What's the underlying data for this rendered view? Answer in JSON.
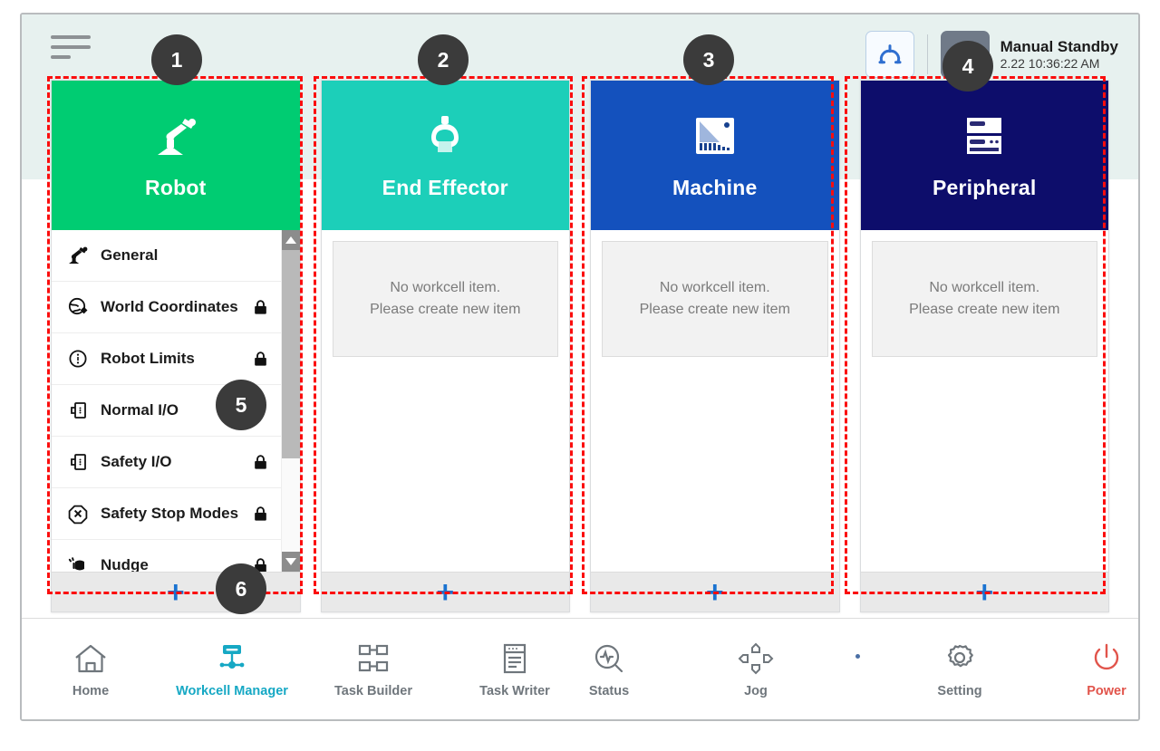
{
  "header": {
    "menu_icon": "hamburger-icon",
    "home_icon": "robot-home-icon",
    "mode_icon": "manual-hand-icon",
    "status_title": "Manual Standby",
    "status_time": "2.22 10:36:22 AM"
  },
  "colors": {
    "robot": "#00cc72",
    "end_effector": "#1ccfb9",
    "machine": "#1451bd",
    "peripheral": "#0d0d6b",
    "accent": "#16a8c4",
    "plus": "#1a73d1",
    "power": "#e1544b",
    "annotation": "#fb0d0d",
    "badge": "#3b3b3b",
    "header_band": "#e7f1ef"
  },
  "columns": [
    {
      "id": "robot",
      "title": "Robot",
      "icon": "robot-arm-icon",
      "empty": false,
      "add_label": "+",
      "items": [
        {
          "label": "General",
          "icon": "robot-arm-icon",
          "locked": false
        },
        {
          "label": "World Coordinates",
          "icon": "world-coordinates-icon",
          "locked": true
        },
        {
          "label": "Robot Limits",
          "icon": "robot-limits-icon",
          "locked": true
        },
        {
          "label": "Normal I/O",
          "icon": "io-port-icon",
          "locked": false
        },
        {
          "label": "Safety I/O",
          "icon": "io-port-icon",
          "locked": true
        },
        {
          "label": "Safety Stop Modes",
          "icon": "safety-stop-icon",
          "locked": true
        },
        {
          "label": "Nudge",
          "icon": "nudge-hand-icon",
          "locked": true
        }
      ]
    },
    {
      "id": "end-effector",
      "title": "End Effector",
      "icon": "gripper-icon",
      "empty": true,
      "empty_line1": "No workcell item.",
      "empty_line2": "Please create new item",
      "add_label": "+",
      "items": []
    },
    {
      "id": "machine",
      "title": "Machine",
      "icon": "machine-icon",
      "empty": true,
      "empty_line1": "No workcell item.",
      "empty_line2": "Please create new item",
      "add_label": "+",
      "items": []
    },
    {
      "id": "peripheral",
      "title": "Peripheral",
      "icon": "server-rack-icon",
      "empty": true,
      "empty_line1": "No workcell item.",
      "empty_line2": "Please create new item",
      "add_label": "+",
      "items": []
    }
  ],
  "bottom_nav": {
    "left": [
      {
        "label": "Home",
        "icon": "home-icon",
        "active": false
      },
      {
        "label": "Workcell Manager",
        "icon": "workcell-manager-icon",
        "active": true
      },
      {
        "label": "Task Builder",
        "icon": "task-builder-icon",
        "active": false
      },
      {
        "label": "Task Writer",
        "icon": "task-writer-icon",
        "active": false
      }
    ],
    "right": [
      {
        "label": "Status",
        "icon": "status-icon",
        "active": false
      },
      {
        "label": "Jog",
        "icon": "jog-icon",
        "active": false
      },
      {
        "label": "Setting",
        "icon": "gear-icon",
        "active": false
      },
      {
        "label": "Power",
        "icon": "power-icon",
        "active": false
      }
    ]
  },
  "annotations": [
    {
      "number": "1",
      "target": "robot-column"
    },
    {
      "number": "2",
      "target": "end-effector-column"
    },
    {
      "number": "3",
      "target": "machine-column"
    },
    {
      "number": "4",
      "target": "status-area"
    },
    {
      "number": "5",
      "target": "robot-item-list"
    },
    {
      "number": "6",
      "target": "add-item-bar"
    }
  ]
}
